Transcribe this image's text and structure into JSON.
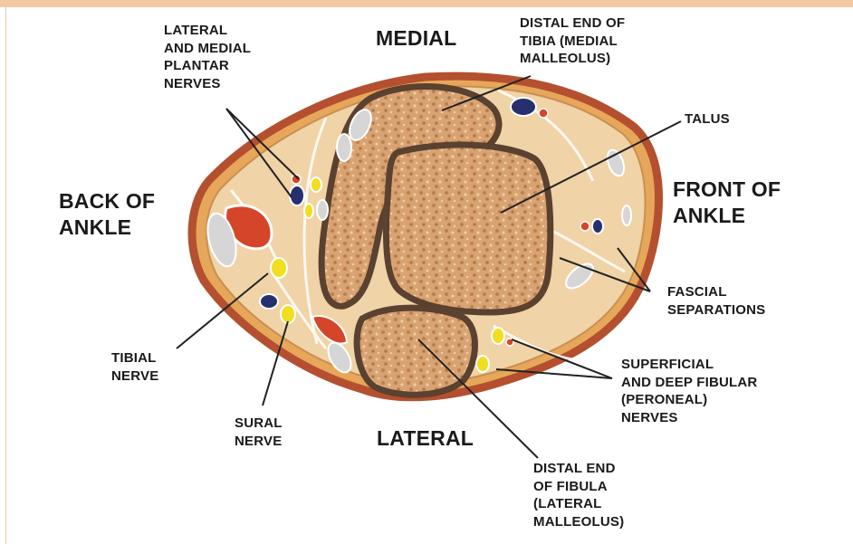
{
  "labels": {
    "medial": "MEDIAL",
    "lateral": "LATERAL",
    "back_of_ankle": "BACK OF\nANKLE",
    "front_of_ankle": "FRONT OF\nANKLE",
    "plantar_nerves": "LATERAL\nAND MEDIAL\nPLANTAR\nNERVES",
    "tibia": "DISTAL END OF\nTIBIA (MEDIAL\nMALLEOLUS)",
    "talus": "TALUS",
    "fascial": "FASCIAL\nSEPARATIONS",
    "fibular_nerves": "SUPERFICIAL\nAND DEEP FIBULAR\n(PERONEAL)\nNERVES",
    "fibula": "DISTAL END\nOF FIBULA\n(LATERAL\nMALLEOLUS)",
    "tibial_nerve": "TIBIAL\nNERVE",
    "sural_nerve": "SURAL\nNERVE"
  },
  "colors": {
    "skin": "#b4502f",
    "fat": "#e7a75a",
    "tissue": "#f0d3a6",
    "bone": "#d9a676",
    "bone_outline": "#5a4130",
    "nerve": "#f1de20",
    "vein": "#27306f",
    "artery": "#d5452a",
    "tendon": "#d6d6d6"
  }
}
